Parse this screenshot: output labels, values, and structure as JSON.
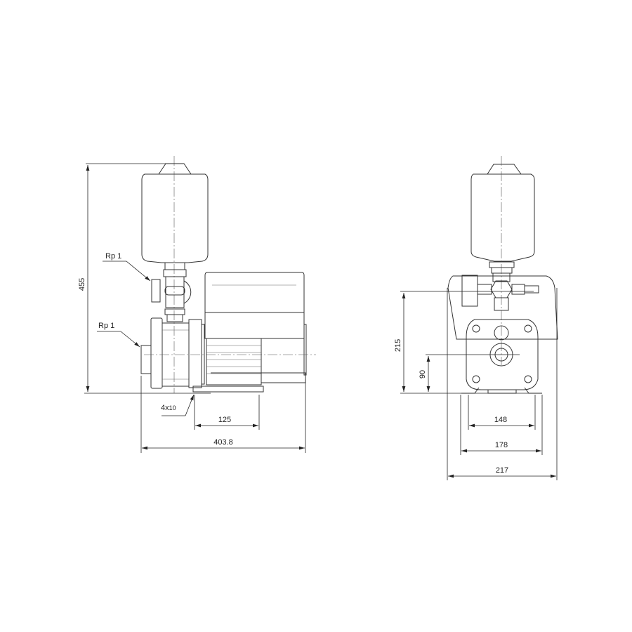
{
  "side_view": {
    "height_dim": "455",
    "inlet_label": "Rp 1",
    "outlet_label": "Rp 1",
    "holes_label_main": "4x",
    "holes_label_sub": "10",
    "foot_dim": "125",
    "length_dim": "403.8"
  },
  "front_view": {
    "outlet_height_dim": "215",
    "inlet_height_dim": "90",
    "foot_inner_dim": "148",
    "foot_outer_dim": "178",
    "width_dim": "217"
  }
}
